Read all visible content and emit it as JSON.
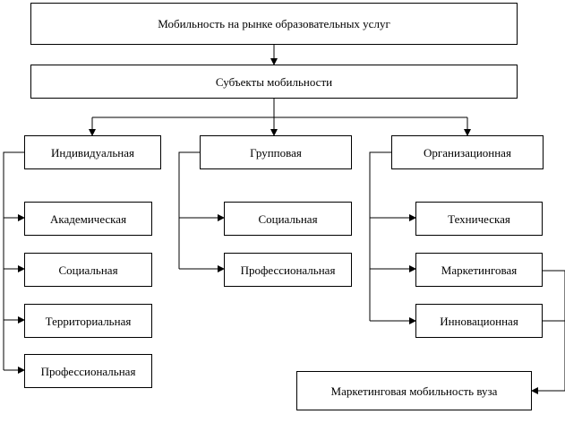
{
  "diagram": {
    "title": "Мобильность на рынке образовательных услуг",
    "subjects": "Субъекты мобильности",
    "branches": {
      "individual": {
        "label": "Индивидуальная",
        "items": [
          "Академическая",
          "Социальная",
          "Территориальная",
          "Профессиональная"
        ]
      },
      "group": {
        "label": "Групповая",
        "items": [
          "Социальная",
          "Профессиональная"
        ]
      },
      "organizational": {
        "label": "Организационная",
        "items": [
          "Техническая",
          "Маркетинговая",
          "Инновационная"
        ]
      }
    },
    "result": "Маркетинговая мобильность вуза"
  },
  "colors": {
    "line": "#000000",
    "box_border": "#000000",
    "background": "#ffffff"
  }
}
